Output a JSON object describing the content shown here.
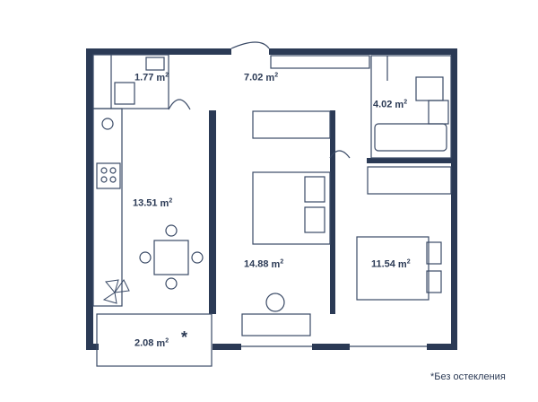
{
  "rooms": [
    {
      "id": "bathroom-small",
      "area": "1.77",
      "unit": "m",
      "power": "2"
    },
    {
      "id": "hallway",
      "area": "7.02",
      "unit": "m",
      "power": "2"
    },
    {
      "id": "bathroom-large",
      "area": "4.02",
      "unit": "m",
      "power": "2"
    },
    {
      "id": "kitchen-living",
      "area": "13.51",
      "unit": "m",
      "power": "2"
    },
    {
      "id": "bedroom-center",
      "area": "14.88",
      "unit": "m",
      "power": "2"
    },
    {
      "id": "bedroom-right",
      "area": "11.54",
      "unit": "m",
      "power": "2"
    },
    {
      "id": "balcony",
      "area": "2.08",
      "unit": "m",
      "power": "2"
    }
  ],
  "balcony_marker": "*",
  "footnote": "*Без остекления",
  "colors": {
    "wall": "#2b3a55",
    "line": "#3a4a66",
    "bg": "#ffffff"
  }
}
